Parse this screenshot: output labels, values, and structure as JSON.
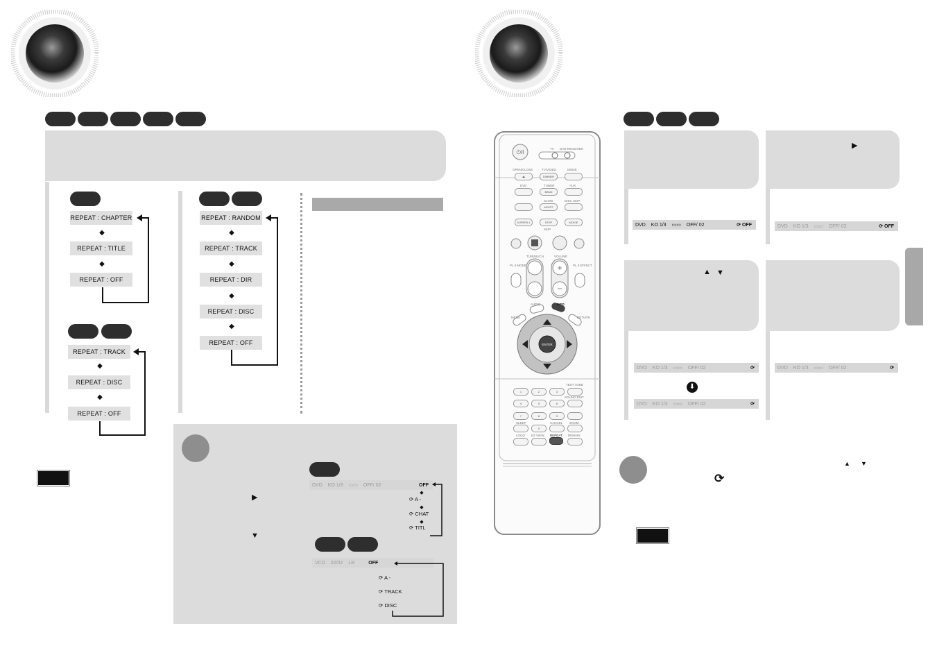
{
  "left_page": {
    "function_pills_count": 5,
    "dvd_sequence": [
      "REPEAT : CHAPTER",
      "REPEAT : TITLE",
      "REPEAT : OFF"
    ],
    "cd_sequence": [
      "REPEAT : TRACK",
      "REPEAT : DISC",
      "REPEAT : OFF"
    ],
    "mp3_sequence": [
      "REPEAT : RANDOM",
      "REPEAT : TRACK",
      "REPEAT : DIR",
      "REPEAT : DISC",
      "REPEAT : OFF"
    ],
    "osd_dvd": {
      "disc": "DVD",
      "audio": "KO 1/3",
      "subtitle": "OFF/ 02",
      "repeat_options": [
        "OFF",
        "A -",
        "CHAT",
        "TITL"
      ]
    },
    "osd_vcd": {
      "disc": "VCD",
      "track": "02/02",
      "audio": "LR",
      "repeat_options": [
        "OFF",
        "A -",
        "TRACK",
        "DISC"
      ]
    }
  },
  "right_page": {
    "function_pills_count": 3,
    "osd_step1": {
      "disc": "DVD",
      "audio": "KO 1/3",
      "subtitle": "OFF/ 02",
      "repeat": "OFF"
    },
    "osd_step2": {
      "disc": "DVD",
      "audio": "KO 1/3",
      "subtitle": "OFF/ 02",
      "repeat": "OFF"
    },
    "osd_step3a": {
      "disc": "DVD",
      "audio": "KO 1/3",
      "subtitle": "OFF/ 02"
    },
    "osd_step3b": {
      "disc": "DVD",
      "audio": "KO 1/3",
      "subtitle": "OFF/ 02"
    },
    "osd_step4": {
      "disc": "DVD",
      "audio": "KO 1/3",
      "subtitle": "OFF/ 02"
    }
  },
  "remote": {
    "labels": {
      "tv": "TV",
      "dvd_receiver": "DVD RECEIVER",
      "open_close": "OPEN/CLOSE",
      "tv_video": "TV/VIDEO",
      "dimmer": "DIMMER",
      "mode": "MODE",
      "dvd": "DVD",
      "tuner": "TUNER",
      "band": "BAND",
      "aux": "AUX",
      "slow": "SLOW",
      "mo_st": "MO/ST",
      "disc_skip": "DISC SKIP",
      "step": "STEP",
      "super51": "SUPER5.1",
      "movie": "MOVIE",
      "skip": "SKIP",
      "tuning_ch": "TUNING/CH",
      "volume": "VOLUME",
      "pl_mode": "PL II MODE",
      "pl_effect": "PL II EFFECT",
      "audio": "AUDIO",
      "info": "INFO",
      "menu": "MENU",
      "return": "RETURN",
      "enter": "ENTER",
      "test_tone": "TEST TONE",
      "sound_edit": "SOUND EDIT",
      "sleep": "SLEEP",
      "cancel": "CANCEL",
      "zoom": "ZOOM",
      "logo": "LOGO",
      "ez_view": "EZ VIEW",
      "repeat": "REPEAT",
      "remain": "REMAIN"
    },
    "digits": [
      "1",
      "2",
      "3",
      "4",
      "5",
      "6",
      "7",
      "8",
      "9",
      "0"
    ]
  }
}
